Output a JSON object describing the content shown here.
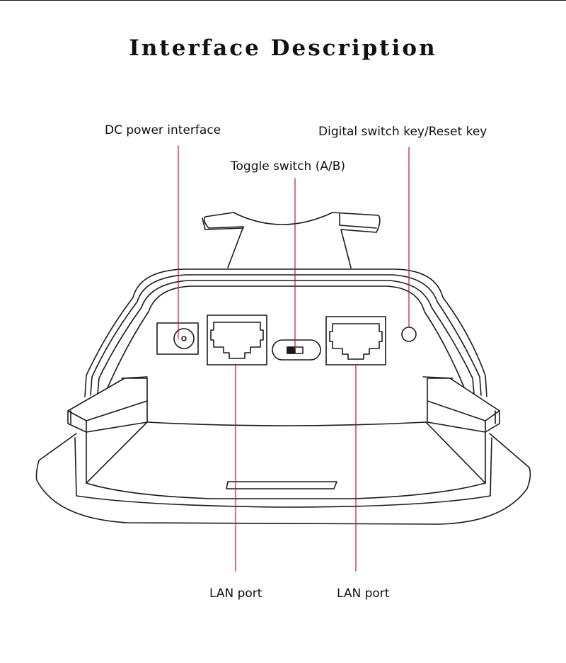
{
  "title": "Interface Description",
  "labels": {
    "dc_power": "DC power interface",
    "reset_key": "Digital switch key/Reset key",
    "toggle_switch": "Toggle switch (A/B)",
    "lan_port_1": "LAN port",
    "lan_port_2": "LAN port"
  },
  "colors": {
    "leader_line": "#c8102e",
    "outline": "#1a1a1a",
    "text": "#111111"
  }
}
